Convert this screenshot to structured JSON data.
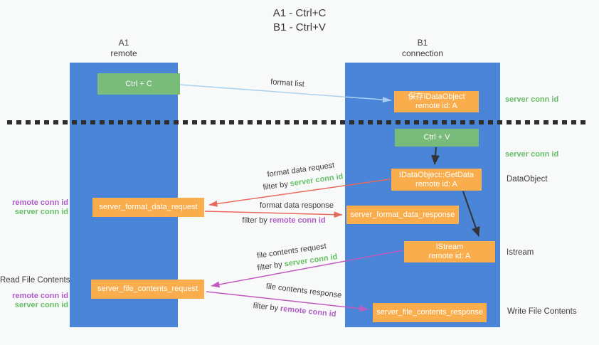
{
  "title": {
    "line1": "A1 - Ctrl+C",
    "line2": "B1 - Ctrl+V"
  },
  "lifelines": {
    "left": {
      "name": "A1",
      "role": "remote"
    },
    "right": {
      "name": "B1",
      "role": "connection"
    }
  },
  "boxes": {
    "ctrl_c": {
      "label": "Ctrl + C"
    },
    "save_dataobject": {
      "line1": "保存IDataObject",
      "line2": "remote id: A"
    },
    "ctrl_v": {
      "label": "Ctrl + V"
    },
    "getdata": {
      "line1": "IDataObject::GetData",
      "line2": "remote id: A"
    },
    "format_request": {
      "label": "server_format_data_request"
    },
    "format_response": {
      "label": "server_format_data_response"
    },
    "istream": {
      "line1": "IStream",
      "line2": "remote id: A"
    },
    "file_request": {
      "label": "server_file_contents_request"
    },
    "file_response": {
      "label": "server_file_contents_response"
    }
  },
  "arrow_labels": {
    "format_list": "format list",
    "format_data_request": "format data request",
    "format_data_response": "format data response",
    "file_contents_request": "file contents request",
    "file_contents_response": "file contents response",
    "filter_by": "filter by",
    "server_conn_id": "server conn id",
    "remote_conn_id": "remote conn id"
  },
  "side_labels": {
    "server_conn_id": "server conn id",
    "remote_conn_id": "remote conn id",
    "dataobject": "DataObject",
    "istream": "Istream",
    "read_file_contents": "Read File Contents",
    "write_file_contents": "Write File Contents"
  },
  "colors": {
    "lifeline_blue": "#4a85d8",
    "box_green": "#79bb79",
    "box_orange": "#f9ad4d",
    "conn_id_green": "#67bf67",
    "conn_id_purple": "#b05ec6",
    "arrow_red": "#e8695e",
    "arrow_magenta": "#c159c1",
    "arrow_light_blue": "#a9d1ef",
    "arrow_black": "#333333",
    "background": "#f8f9f9"
  }
}
